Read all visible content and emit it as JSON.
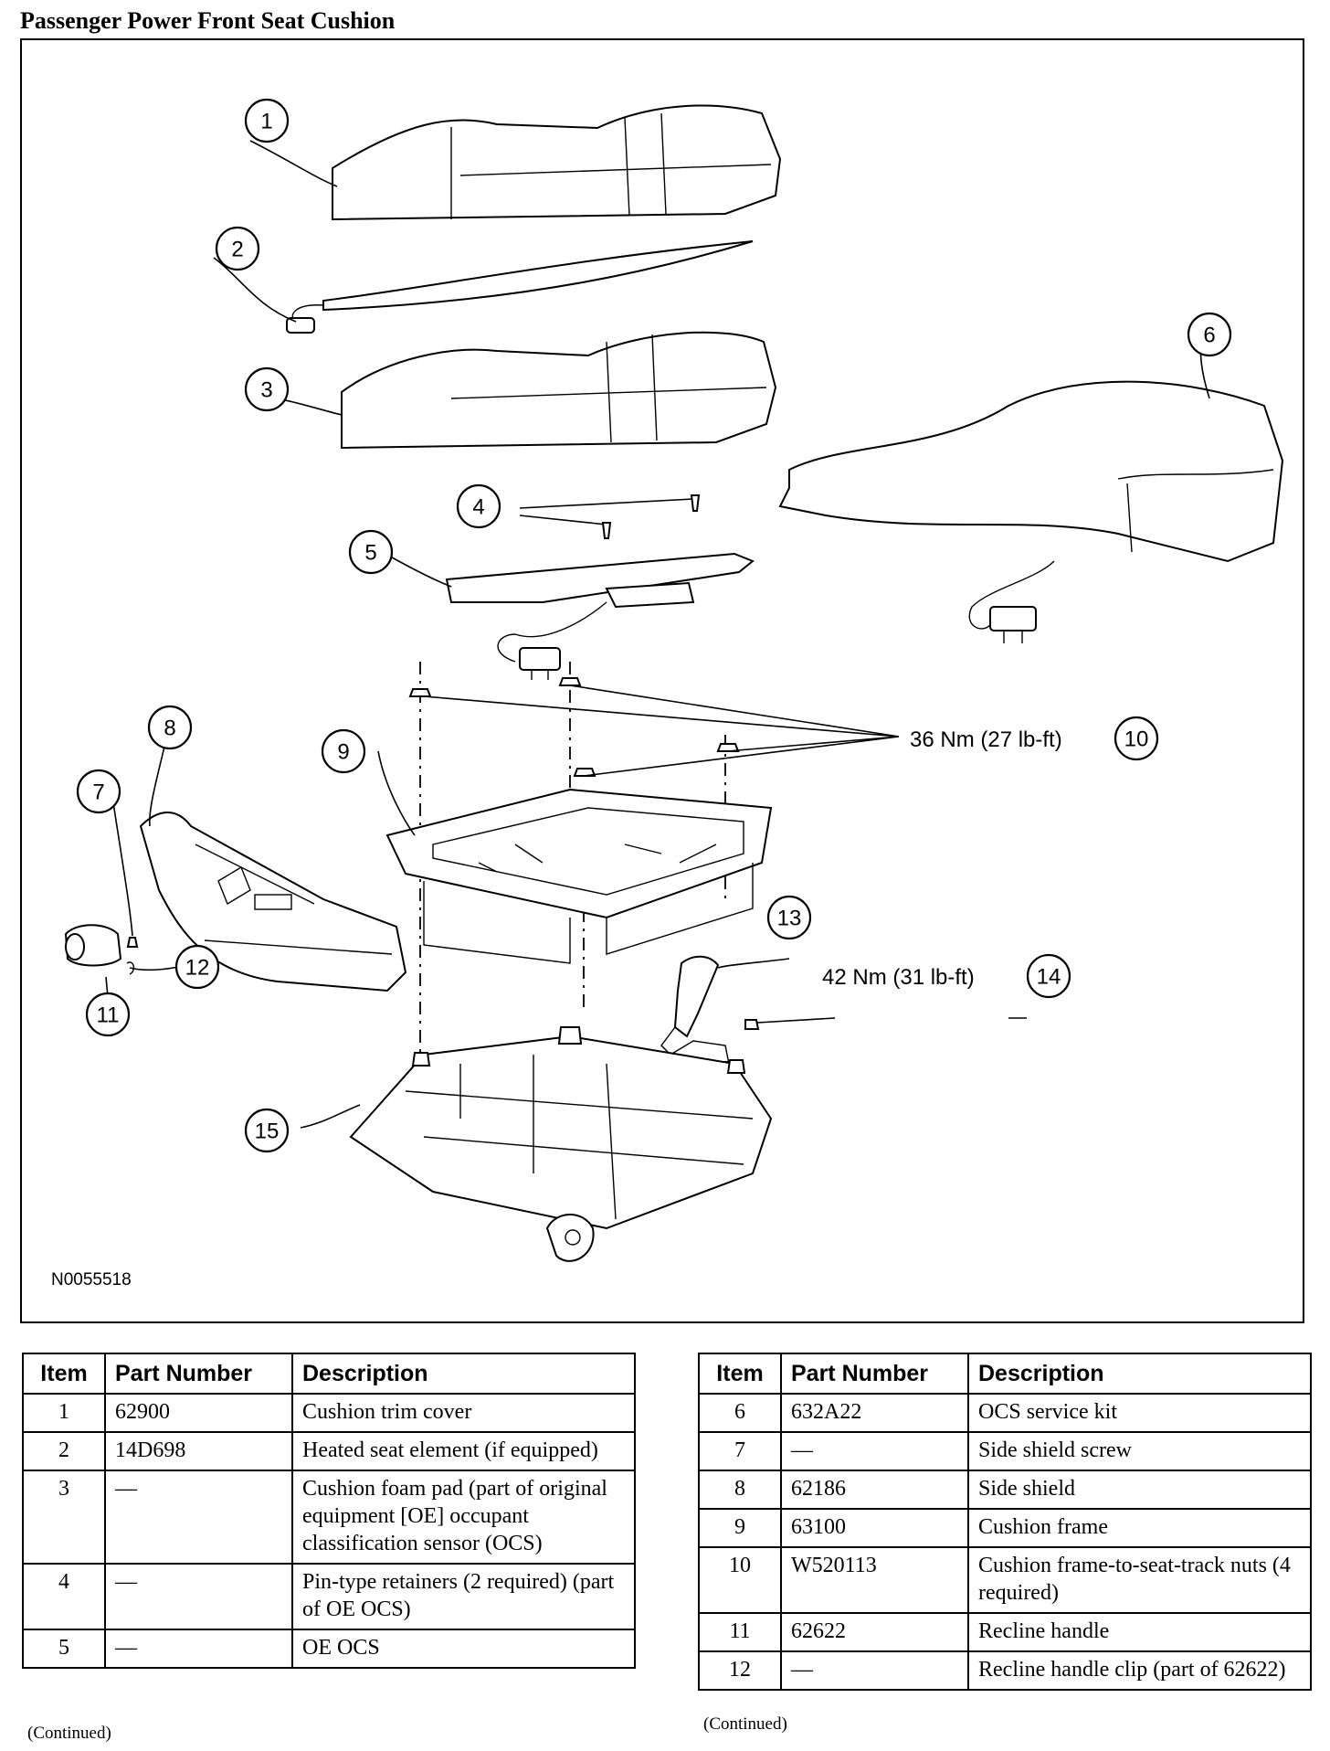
{
  "page_title": "Passenger Power Front Seat Cushion",
  "figure": {
    "code": "N0055518",
    "callouts": [
      "1",
      "2",
      "3",
      "4",
      "5",
      "6",
      "7",
      "8",
      "9",
      "10",
      "11",
      "12",
      "13",
      "14",
      "15"
    ],
    "torque_10": "36 Nm (27 lb-ft)",
    "torque_14": "42 Nm (31 lb-ft)"
  },
  "table_headers": {
    "item": "Item",
    "part_number": "Part Number",
    "description": "Description"
  },
  "left_rows": [
    {
      "item": "1",
      "part": "62900",
      "desc": "Cushion trim cover"
    },
    {
      "item": "2",
      "part": "14D698",
      "desc": "Heated seat element (if equipped)"
    },
    {
      "item": "3",
      "part": "—",
      "desc": "Cushion foam pad (part of original equipment [OE] occupant classification sensor (OCS)"
    },
    {
      "item": "4",
      "part": "—",
      "desc": "Pin-type retainers (2 required) (part of OE OCS)"
    },
    {
      "item": "5",
      "part": "—",
      "desc": "OE OCS"
    }
  ],
  "right_rows": [
    {
      "item": "6",
      "part": "632A22",
      "desc": "OCS service kit"
    },
    {
      "item": "7",
      "part": "—",
      "desc": "Side shield screw"
    },
    {
      "item": "8",
      "part": "62186",
      "desc": "Side shield"
    },
    {
      "item": "9",
      "part": "63100",
      "desc": "Cushion frame"
    },
    {
      "item": "10",
      "part": "W520113",
      "desc": "Cushion frame-to-seat-track nuts (4 required)"
    },
    {
      "item": "11",
      "part": "62622",
      "desc": "Recline handle"
    },
    {
      "item": "12",
      "part": "—",
      "desc": "Recline handle clip (part of 62622)"
    }
  ],
  "continued_label": "(Continued)"
}
